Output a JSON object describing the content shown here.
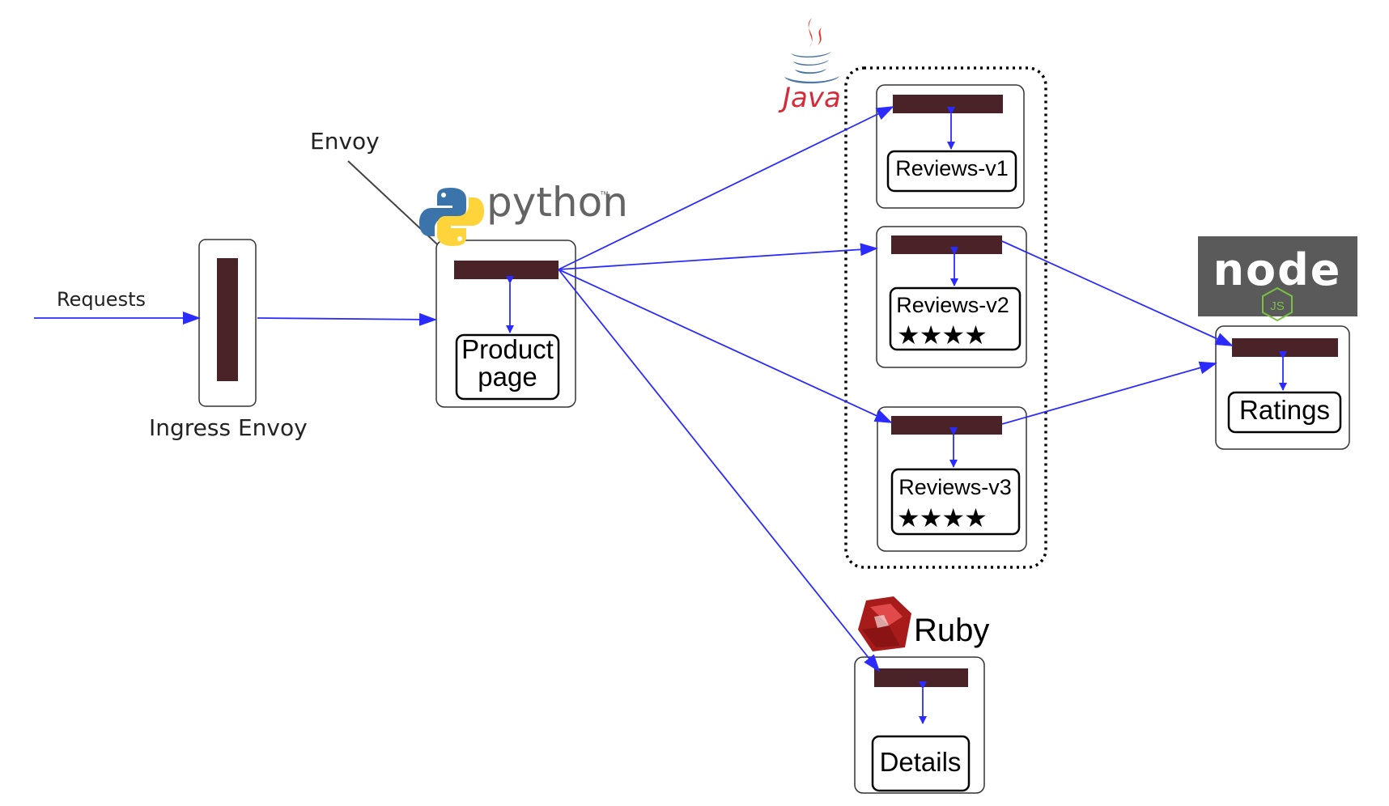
{
  "labels": {
    "requests": "Requests",
    "envoy": "Envoy",
    "ingress_envoy": "Ingress Envoy"
  },
  "logos": {
    "python": "python",
    "python_tm": "™",
    "java": "Java",
    "ruby": "Ruby",
    "node": "node",
    "node_js": "JS"
  },
  "services": {
    "productpage": {
      "line1": "Product",
      "line2": "page"
    },
    "reviews_v1": {
      "label": "Reviews-v1"
    },
    "reviews_v2": {
      "label": "Reviews-v2",
      "stars": "★★★★"
    },
    "reviews_v3": {
      "label": "Reviews-v3",
      "stars": "★★★★"
    },
    "ratings": {
      "label": "Ratings"
    },
    "details": {
      "label": "Details"
    }
  },
  "colors": {
    "arrow": "#2b2bff",
    "sidecar": "#4a2329",
    "stars_v2": "#000000",
    "stars_v3": "#ff1f4b",
    "java_text": "#d62a3b",
    "python_text": "#646464",
    "ruby_red": "#b81d1d",
    "node_bg": "#5a5a5a",
    "node_green": "#7bc043"
  }
}
